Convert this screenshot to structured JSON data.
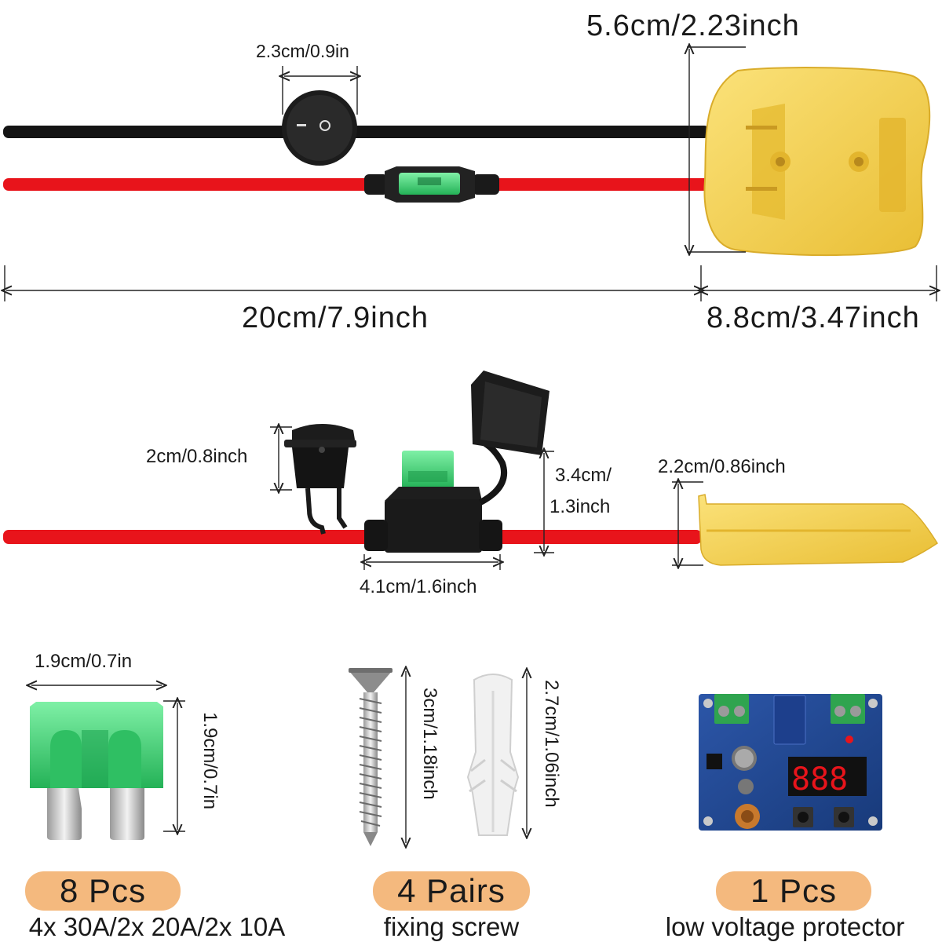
{
  "dimensions": {
    "top_switch_width": "2.3cm/0.9in",
    "top_adapter_height": "5.6cm/2.23inch",
    "cable_length": "20cm/7.9inch",
    "adapter_length": "8.8cm/3.47inch",
    "switch_height": "2cm/0.8inch",
    "fuse_holder_height_1": "3.4cm/",
    "fuse_holder_height_2": "1.3inch",
    "fuse_holder_width": "4.1cm/1.6inch",
    "adapter_side_height": "2.2cm/0.86inch",
    "fuse_width": "1.9cm/0.7in",
    "fuse_height": "1.9cm/0.7in",
    "screw_length": "3cm/1.18inch",
    "anchor_length": "2.7cm/1.06inch"
  },
  "items": [
    {
      "count": "8 Pcs",
      "caption": "4x 30A/2x 20A/2x 10A"
    },
    {
      "count": "4 Pairs",
      "caption": "fixing screw"
    },
    {
      "count": "1 Pcs",
      "caption": "low voltage protector"
    }
  ],
  "colors": {
    "pill": "#f4b97e",
    "adapter_yellow": "#f5d04c",
    "wire_red": "#e8141b",
    "wire_black": "#141414",
    "fuse_green": "#3ccf74"
  }
}
